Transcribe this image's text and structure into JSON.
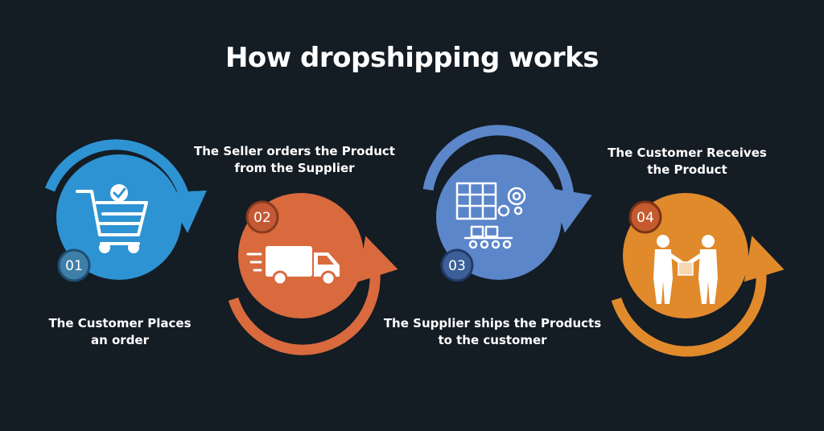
{
  "title": "How dropshipping works",
  "colors": {
    "background": "#141c24",
    "step1": "#2e93d2",
    "step2": "#d86a3e",
    "step3": "#5b86c9",
    "step4": "#e08a2c"
  },
  "steps": [
    {
      "number": "01",
      "caption_line1": "The Customer Places",
      "caption_line2": "an order",
      "icon": "shopping-cart-check-icon"
    },
    {
      "number": "02",
      "caption_line1": "The Seller orders the Product",
      "caption_line2": "from the Supplier",
      "icon": "delivery-truck-icon"
    },
    {
      "number": "03",
      "caption_line1": "The Supplier ships the Products",
      "caption_line2": "to the customer",
      "icon": "warehouse-conveyor-icon"
    },
    {
      "number": "04",
      "caption_line1": "The Customer Receives",
      "caption_line2": "the Product",
      "icon": "handover-people-icon"
    }
  ]
}
